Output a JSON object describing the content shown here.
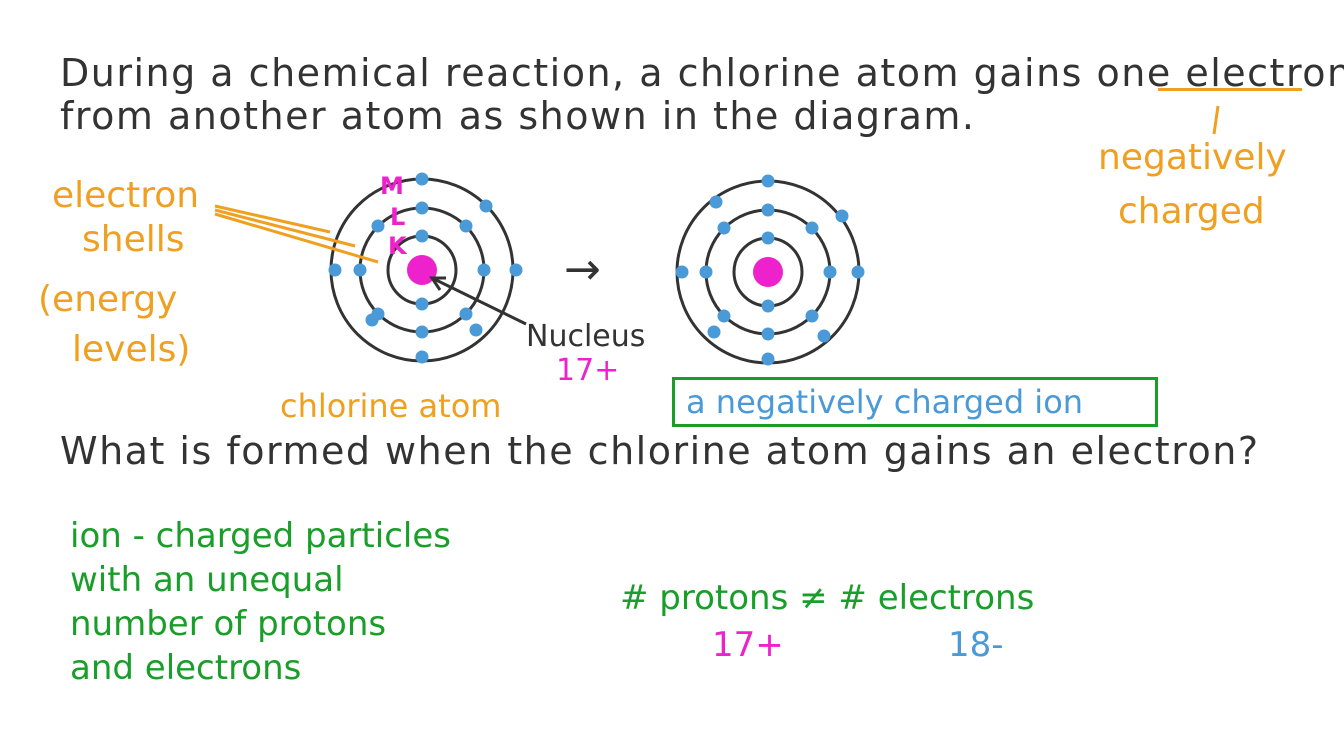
{
  "intro": {
    "line1": "During a chemical reaction, a chlorine atom gains one electron",
    "line2": "from another atom as shown in the diagram."
  },
  "annotations": {
    "negatively_line1": "negatively",
    "negatively_line2": "charged",
    "shells_line1": "electron",
    "shells_line2": "shells",
    "energy_line1": "(energy",
    "energy_line2": "levels)",
    "shell_labels": [
      "M",
      "L",
      "K"
    ],
    "nucleus": "Nucleus",
    "nucleus_charge": "17+",
    "arrow": "→"
  },
  "atom_caption": "chlorine atom",
  "answer_box": "a negatively charged ion",
  "question": "What is formed when the chlorine atom gains an electron?",
  "definition": {
    "line1": "ion - charged particles",
    "line2": "with an unequal",
    "line3": "number of protons",
    "line4": "and electrons"
  },
  "comparison": {
    "text": "# protons ≠ # electrons",
    "protons_value": "17+",
    "electrons_value": "18-"
  },
  "colors": {
    "text": "#333333",
    "orange": "#f0a020",
    "magenta": "#ee22cc",
    "electron_blue": "#4a9ad8",
    "green": "#1a9e2a"
  }
}
